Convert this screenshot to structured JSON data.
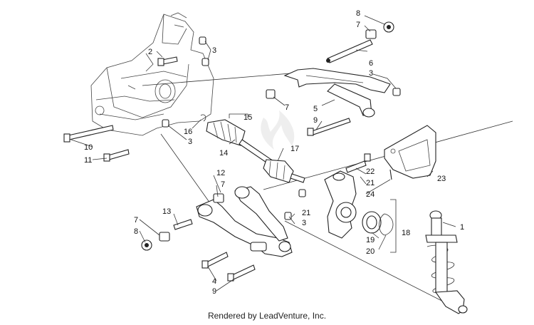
{
  "footer": {
    "text": "Rendered by LeadVenture, Inc."
  },
  "callouts": {
    "c1": "1",
    "c2": "2",
    "c3a": "3",
    "c3b": "3",
    "c3c": "3",
    "c3d": "3",
    "c4": "4",
    "c5": "5",
    "c6": "6",
    "c7a": "7",
    "c7b": "7",
    "c7c": "7",
    "c7d": "7",
    "c8a": "8",
    "c8b": "8",
    "c9a": "9",
    "c9b": "9",
    "c10": "10",
    "c11": "11",
    "c12": "12",
    "c13": "13",
    "c14": "14",
    "c15": "15",
    "c16": "16",
    "c17": "17",
    "c18": "18",
    "c19": "19",
    "c20": "20",
    "c21a": "21",
    "c21b": "21",
    "c22": "22",
    "c23": "23",
    "c24": "24"
  },
  "colors": {
    "line": "#222222",
    "watermark": "#e6e6e6"
  }
}
